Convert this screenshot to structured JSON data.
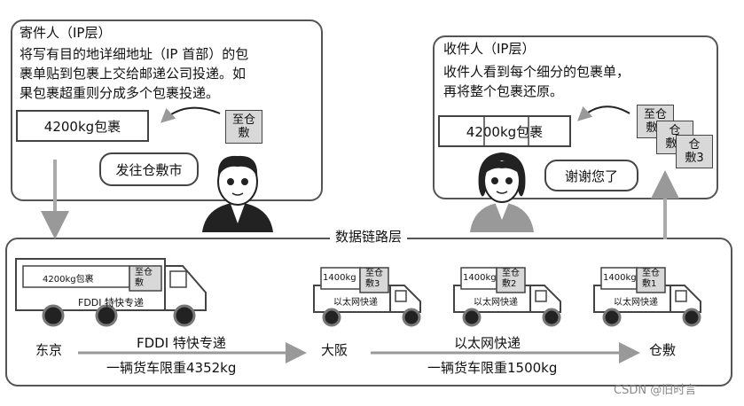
{
  "sender": {
    "title": "寄件人（IP层）",
    "desc": [
      "将写有目的地详细地址（IP 首部）的包",
      "裹单贴到包裹上交给邮递公司投递。如",
      "果包裹超重则分成多个包裹投递。"
    ],
    "package": "4200kg包裹",
    "label": "至仓\n敷",
    "speech": "发往仓敷市"
  },
  "receiver": {
    "title": "收件人（IP层）",
    "desc": [
      "收件人看到每个细分的包裹单，",
      "再将整个包裹还原。"
    ],
    "package": "4200kg包裹",
    "labels": [
      "至仓\n敷1",
      "仓\n敷2",
      "仓\n敷3"
    ],
    "speech": "谢谢您了"
  },
  "link_layer": {
    "title": "数据链路层",
    "trucks": [
      {
        "cargo": "4200kg包裹",
        "label": "至仓\n敷",
        "company": "FDDI 特快专递"
      },
      {
        "cargo": "1400kg",
        "label": "至仓\n敷3",
        "company": "以太网快递"
      },
      {
        "cargo": "1400kg",
        "label": "至仓\n敷2",
        "company": "以太网快递"
      },
      {
        "cargo": "1400kg",
        "label": "至仓\n敷1",
        "company": "以太网快递"
      }
    ],
    "cities": [
      "东京",
      "大阪",
      "仓敷"
    ],
    "routes": [
      {
        "name": "FDDI 特快专递",
        "limit": "一辆货车限重4352kg"
      },
      {
        "name": "以太网快递",
        "limit": "一辆货车限重1500kg"
      }
    ]
  },
  "watermark": "CSDN @旧时言"
}
